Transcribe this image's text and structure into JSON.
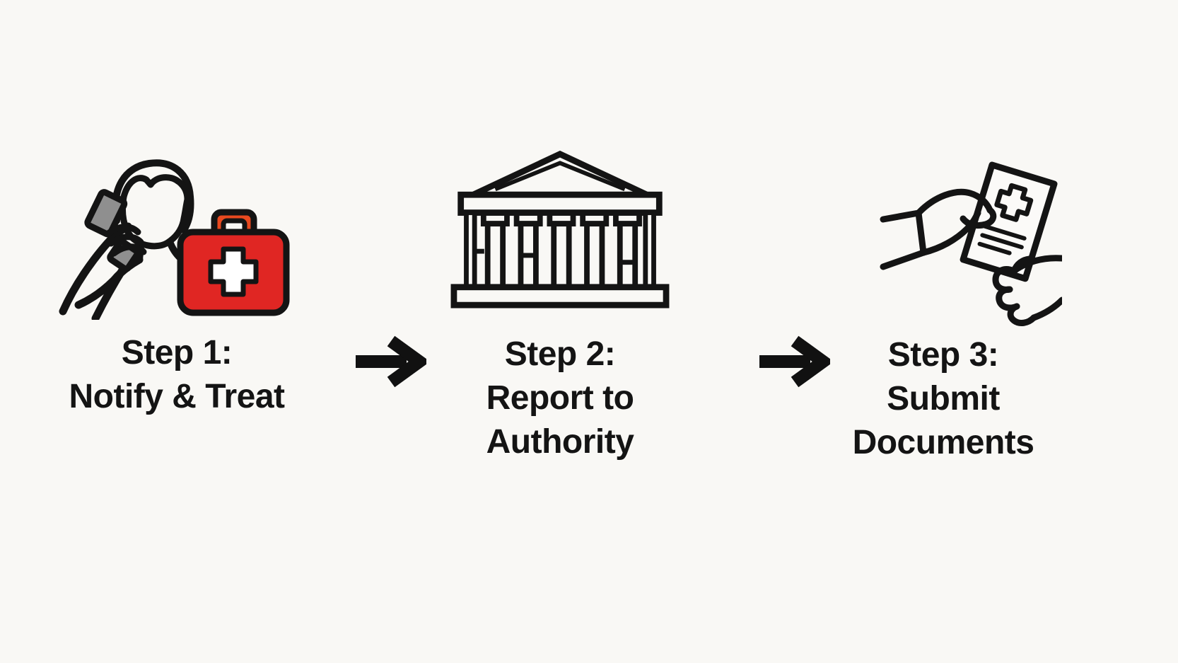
{
  "diagram_title": "accident reporting three step process",
  "background_color": "#f9f8f5",
  "text_color": "#141414",
  "colors": {
    "line_black": "#141414",
    "first_aid_kit_red": "#e02623",
    "kit_handle_orange": "#e8491f",
    "cross_white": "#ffffff",
    "phone_gray": "#8f8f8f",
    "paper_white": "#fbfaf8",
    "surface": "#f9f8f5"
  },
  "steps": [
    {
      "id": 1,
      "icon": "person-on-phone-with-first-aid-kit",
      "lines": [
        "Step 1:",
        "Notify & Treat"
      ]
    },
    {
      "id": 2,
      "icon": "government-building",
      "lines": [
        "Step 2:",
        "Report to",
        "Authority"
      ]
    },
    {
      "id": 3,
      "icon": "hands-exchanging-medical-document",
      "lines": [
        "Step 3:",
        "Submit",
        "Documents"
      ]
    }
  ],
  "arrows": [
    {
      "direction": "right",
      "from_step": 1,
      "to_step": 2
    },
    {
      "direction": "right",
      "from_step": 2,
      "to_step": 3
    }
  ]
}
